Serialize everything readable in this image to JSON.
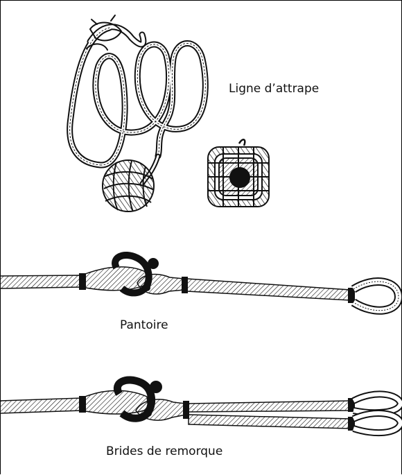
{
  "labels": {
    "catch_line": "Ligne d’attrape",
    "pennant": "Pantoire",
    "towing_bridle": "Brides de remorque"
  },
  "colors": {
    "ink": "#111111",
    "background": "#ffffff"
  },
  "illustrations": [
    {
      "name": "catch-line-coil",
      "icon": "rope-coil-with-monkey-fist"
    },
    {
      "name": "monkey-fist-end-view",
      "icon": "knot-end-view"
    },
    {
      "name": "pennant-wire",
      "icon": "wire-pennant-with-shackle"
    },
    {
      "name": "towing-bridle-wire",
      "icon": "double-wire-bridle-with-shackle"
    }
  ]
}
